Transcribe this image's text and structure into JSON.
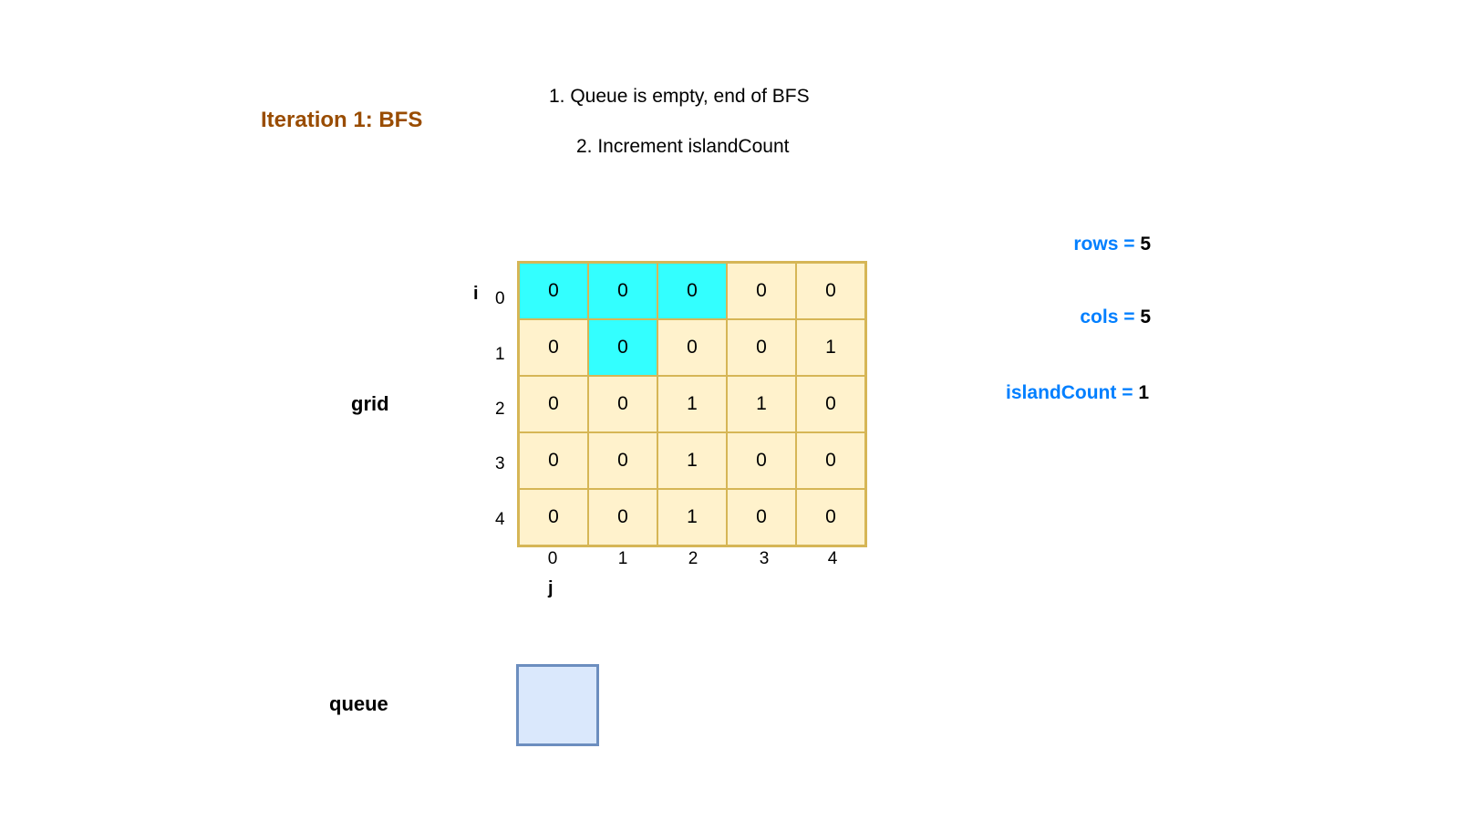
{
  "title": "Iteration 1: BFS",
  "steps": [
    "1. Queue is empty, end of BFS",
    "2. Increment islandCount"
  ],
  "vars": {
    "rows": {
      "name": "rows = ",
      "value": "5"
    },
    "cols": {
      "name": "cols = ",
      "value": "5"
    },
    "islandCount": {
      "name": "islandCount = ",
      "value": "1"
    }
  },
  "labels": {
    "grid": "grid",
    "queue": "queue",
    "i": "i",
    "j": "j"
  },
  "row_indices": [
    "0",
    "1",
    "2",
    "3",
    "4"
  ],
  "col_indices": [
    "0",
    "1",
    "2",
    "3",
    "4"
  ],
  "grid": [
    [
      "0",
      "0",
      "0",
      "0",
      "0"
    ],
    [
      "0",
      "0",
      "0",
      "0",
      "1"
    ],
    [
      "0",
      "0",
      "1",
      "1",
      "0"
    ],
    [
      "0",
      "0",
      "1",
      "0",
      "0"
    ],
    [
      "0",
      "0",
      "1",
      "0",
      "0"
    ]
  ],
  "highlighted_cells": [
    [
      0,
      0
    ],
    [
      0,
      1
    ],
    [
      0,
      2
    ],
    [
      1,
      1
    ]
  ],
  "queue": [],
  "colors": {
    "title": "#994c00",
    "var_name": "#007fff",
    "cell_fill": "#fff2cc",
    "cell_border": "#d6b656",
    "highlight": "#33ffff",
    "queue_fill": "#dae8fc",
    "queue_border": "#6c8ebf"
  }
}
